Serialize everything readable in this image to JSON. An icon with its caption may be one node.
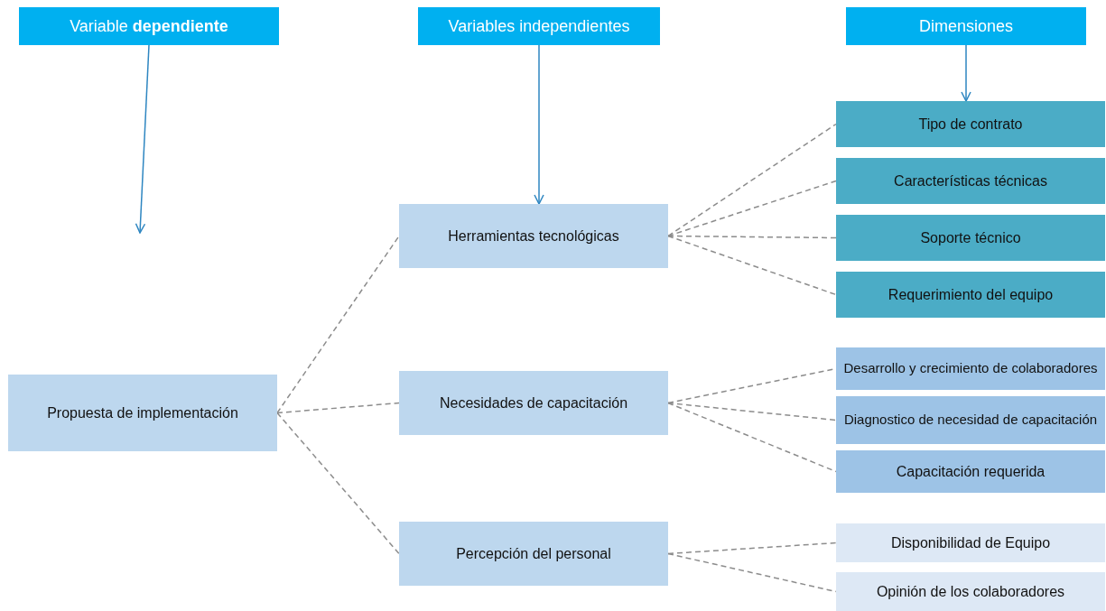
{
  "diagram": {
    "nodes": [
      {
        "text": [
          "Variable **dependiente**"
        ]
      },
      {
        "text": [
          "Variables independientes"
        ]
      },
      {
        "text": [
          "Dimensiones"
        ]
      },
      {
        "text": [
          "Propuesta  de implementación"
        ]
      },
      {
        "text": [
          "Herramientas tecnológicas"
        ]
      },
      {
        "text": [
          "Necesidades de capacitación"
        ]
      },
      {
        "text": [
          "Percepción del personal"
        ]
      },
      {
        "text": [
          "Tipo de contrato"
        ]
      },
      {
        "text": [
          "Características técnicas"
        ]
      },
      {
        "text": [
          "Soporte técnico"
        ]
      },
      {
        "text": [
          "Requerimiento del equipo"
        ]
      },
      {
        "text": [
          "Desarrollo y crecimiento de colaboradores"
        ]
      },
      {
        "text": [
          "Diagnostico de necesidad de capacitación"
        ]
      },
      {
        "text": [
          "Capacitación requerida"
        ]
      },
      {
        "text": [
          "Disponibilidad de  Equipo"
        ]
      },
      {
        "text": [
          "Opinión de los colaboradores"
        ]
      }
    ],
    "edges": [
      {
        "from": 0,
        "to": null,
        "arrow": "to",
        "color": "#2e86c1"
      },
      {
        "from": 1,
        "to": 4,
        "arrow": "to",
        "color": "#2e86c1"
      },
      {
        "from": 2,
        "to": 7,
        "arrow": "to",
        "color": "#2e86c1"
      },
      {
        "from": 3,
        "to": 4,
        "arrow": "none",
        "style": "dashed"
      },
      {
        "from": 3,
        "to": 5,
        "arrow": "none",
        "style": "dashed"
      },
      {
        "from": 3,
        "to": 6,
        "arrow": "none",
        "style": "dashed"
      },
      {
        "from": 4,
        "to": 7,
        "arrow": "none",
        "style": "dashed"
      },
      {
        "from": 4,
        "to": 8,
        "arrow": "none",
        "style": "dashed"
      },
      {
        "from": 4,
        "to": 9,
        "arrow": "none",
        "style": "dashed"
      },
      {
        "from": 4,
        "to": 10,
        "arrow": "none",
        "style": "dashed"
      },
      {
        "from": 5,
        "to": 11,
        "arrow": "none",
        "style": "dashed"
      },
      {
        "from": 5,
        "to": 12,
        "arrow": "none",
        "style": "dashed"
      },
      {
        "from": 5,
        "to": 13,
        "arrow": "none",
        "style": "dashed"
      },
      {
        "from": 6,
        "to": 14,
        "arrow": "none",
        "style": "dashed"
      },
      {
        "from": 6,
        "to": 15,
        "arrow": "none",
        "style": "dashed"
      }
    ]
  }
}
